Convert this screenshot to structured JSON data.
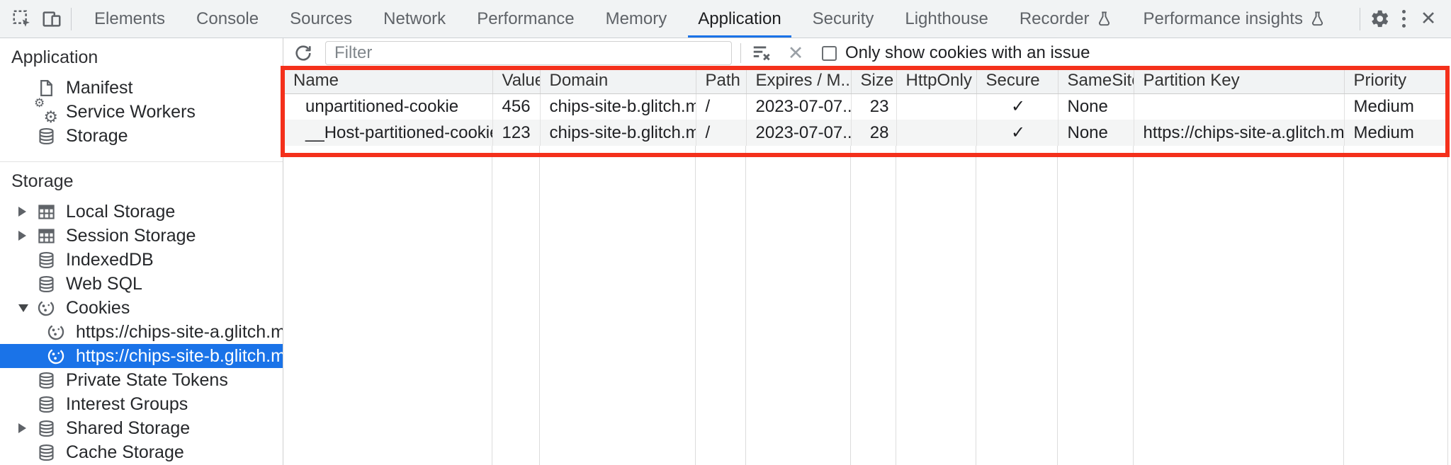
{
  "tabbar": {
    "tabs": [
      {
        "label": "Elements"
      },
      {
        "label": "Console"
      },
      {
        "label": "Sources"
      },
      {
        "label": "Network"
      },
      {
        "label": "Performance"
      },
      {
        "label": "Memory"
      },
      {
        "label": "Application",
        "active": true
      },
      {
        "label": "Security"
      },
      {
        "label": "Lighthouse"
      },
      {
        "label": "Recorder",
        "experiment": true
      },
      {
        "label": "Performance insights",
        "experiment": true
      }
    ]
  },
  "sidebar": {
    "sections": [
      {
        "title": "Application",
        "items": [
          {
            "label": "Manifest",
            "icon": "manifest-document-icon"
          },
          {
            "label": "Service Workers",
            "icon": "service-workers-gears-icon"
          },
          {
            "label": "Storage",
            "icon": "database-icon"
          }
        ]
      },
      {
        "title": "Storage",
        "items": [
          {
            "label": "Local Storage",
            "icon": "table-icon",
            "expander": "collapsed"
          },
          {
            "label": "Session Storage",
            "icon": "table-icon",
            "expander": "collapsed"
          },
          {
            "label": "IndexedDB",
            "icon": "database-icon"
          },
          {
            "label": "Web SQL",
            "icon": "database-icon"
          },
          {
            "label": "Cookies",
            "icon": "cookie-icon",
            "expander": "expanded"
          },
          {
            "label": "https://chips-site-a.glitch.me",
            "icon": "cookie-icon",
            "child": true
          },
          {
            "label": "https://chips-site-b.glitch.me",
            "icon": "cookie-icon",
            "child": true,
            "selected": true
          },
          {
            "label": "Private State Tokens",
            "icon": "database-icon"
          },
          {
            "label": "Interest Groups",
            "icon": "database-icon"
          },
          {
            "label": "Shared Storage",
            "icon": "database-icon",
            "expander": "collapsed"
          },
          {
            "label": "Cache Storage",
            "icon": "database-icon"
          }
        ]
      }
    ]
  },
  "filterbar": {
    "filter_placeholder": "Filter",
    "checkbox_label": "Only show cookies with an issue",
    "checkbox_checked": false
  },
  "table": {
    "columns": [
      "Name",
      "Value",
      "Domain",
      "Path",
      "Expires / M...",
      "Size",
      "HttpOnly",
      "Secure",
      "SameSite",
      "Partition Key",
      "Priority"
    ],
    "rows": [
      {
        "name": "unpartitioned-cookie",
        "value": "456",
        "domain": "chips-site-b.glitch.me",
        "path": "/",
        "expires": "2023-07-07...",
        "size": "23",
        "httponly": "",
        "secure": "✓",
        "samesite": "None",
        "partition_key": "",
        "priority": "Medium"
      },
      {
        "name": "__Host-partitioned-cookie",
        "value": "123",
        "domain": "chips-site-b.glitch.me",
        "path": "/",
        "expires": "2023-07-07...",
        "size": "28",
        "httponly": "",
        "secure": "✓",
        "samesite": "None",
        "partition_key": "https://chips-site-a.glitch.me",
        "priority": "Medium"
      }
    ]
  },
  "colors": {
    "accent_blue": "#1a73e8",
    "annotation_red": "#f4301b",
    "toolbar_bg": "#f1f3f4",
    "selected_item_bg": "#1a73e8"
  }
}
